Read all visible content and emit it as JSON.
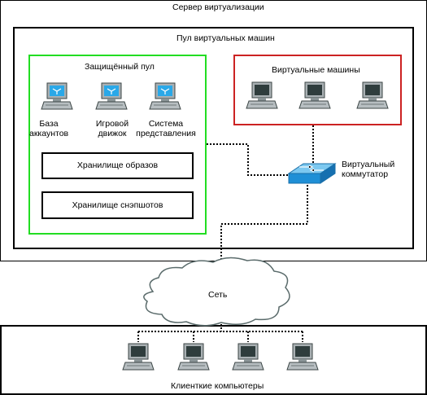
{
  "server": {
    "title": "Сервер виртуализации"
  },
  "vm_pool": {
    "title": "Пул виртуальных машин"
  },
  "protected_pool": {
    "title": "Защищённый пул",
    "hosts": [
      {
        "line1": "База",
        "line2": "аккаунтов"
      },
      {
        "line1": "Игровой",
        "line2": "движок"
      },
      {
        "line1": "Система",
        "line2": "представления"
      }
    ],
    "storage_images": "Хранилище образов",
    "storage_snapshots": "Хранилище снэпшотов"
  },
  "virtual_machines": {
    "title": "Виртуальные машины"
  },
  "switch": {
    "line1": "Виртуальный",
    "line2": "коммутатор"
  },
  "network": {
    "label": "Сеть"
  },
  "clients": {
    "title": "Клиенткие компьютеры"
  },
  "colors": {
    "protected_pool_border": "#22dd22",
    "vm_border": "#cc2222",
    "switch": "#2a9adf",
    "pc_screen_protected": "#2aa8e8",
    "pc_screen_generic": "#2f3d3d"
  }
}
